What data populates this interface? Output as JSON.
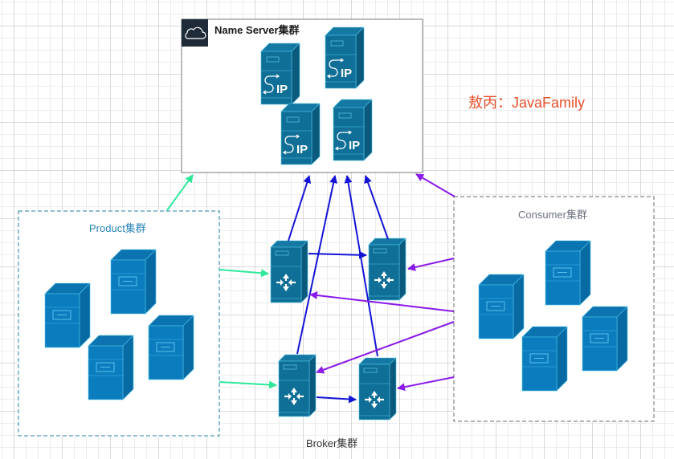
{
  "diagram": {
    "title": "RocketMQ cluster architecture",
    "watermark": "敖丙：JavaFamily",
    "colors": {
      "server_fill": "#0f6f97",
      "server_side": "#0b5a7d",
      "server_top": "#1478a3",
      "storage_fill": "#0b7dbf",
      "storage_side": "#086aa3",
      "storage_top": "#0a73b0",
      "producer_arrow": "#2ee89a",
      "broker_arrow": "#1414d6",
      "consumer_arrow": "#8a1be8",
      "watermark": "#e8502a",
      "product_border": "#1f7fa6",
      "consumer_border": "#6b6b6b",
      "nameserver_border": "#7a7a7a",
      "nameserver_header": "#1f2b38"
    },
    "groups": {
      "nameserver": {
        "label": "Name Server集群",
        "icon": "cloud-icon",
        "nodes": [
          {
            "id": "ns1",
            "type": "ip-server",
            "glyph": "IP"
          },
          {
            "id": "ns2",
            "type": "ip-server",
            "glyph": "IP"
          },
          {
            "id": "ns3",
            "type": "ip-server",
            "glyph": "IP"
          },
          {
            "id": "ns4",
            "type": "ip-server",
            "glyph": "IP"
          }
        ]
      },
      "product": {
        "label": "Product集群",
        "nodes": [
          {
            "id": "p1",
            "type": "storage-server"
          },
          {
            "id": "p2",
            "type": "storage-server"
          },
          {
            "id": "p3",
            "type": "storage-server"
          },
          {
            "id": "p4",
            "type": "storage-server"
          }
        ]
      },
      "consumer": {
        "label": "Consumer集群",
        "nodes": [
          {
            "id": "c1",
            "type": "storage-server"
          },
          {
            "id": "c2",
            "type": "storage-server"
          },
          {
            "id": "c3",
            "type": "storage-server"
          },
          {
            "id": "c4",
            "type": "storage-server"
          }
        ]
      },
      "broker": {
        "label": "Broker集群",
        "nodes": [
          {
            "id": "b1",
            "type": "router-server"
          },
          {
            "id": "b2",
            "type": "router-server"
          },
          {
            "id": "b3",
            "type": "router-server"
          },
          {
            "id": "b4",
            "type": "router-server"
          }
        ]
      }
    },
    "edges": [
      {
        "from": "product",
        "to": "nameserver",
        "kind": "producer"
      },
      {
        "from": "product",
        "to": "b1",
        "kind": "producer"
      },
      {
        "from": "product",
        "to": "b3",
        "kind": "producer"
      },
      {
        "from": "b1",
        "to": "nameserver",
        "kind": "broker"
      },
      {
        "from": "b2",
        "to": "nameserver",
        "kind": "broker"
      },
      {
        "from": "b3",
        "to": "nameserver",
        "kind": "broker"
      },
      {
        "from": "b4",
        "to": "nameserver",
        "kind": "broker"
      },
      {
        "from": "b1",
        "to": "b2",
        "kind": "broker"
      },
      {
        "from": "b3",
        "to": "b4",
        "kind": "broker"
      },
      {
        "from": "consumer",
        "to": "nameserver",
        "kind": "consumer"
      },
      {
        "from": "consumer",
        "to": "b2",
        "kind": "consumer"
      },
      {
        "from": "consumer",
        "to": "b1",
        "kind": "consumer"
      },
      {
        "from": "consumer",
        "to": "b3",
        "kind": "consumer"
      },
      {
        "from": "consumer",
        "to": "b4",
        "kind": "consumer"
      }
    ]
  }
}
